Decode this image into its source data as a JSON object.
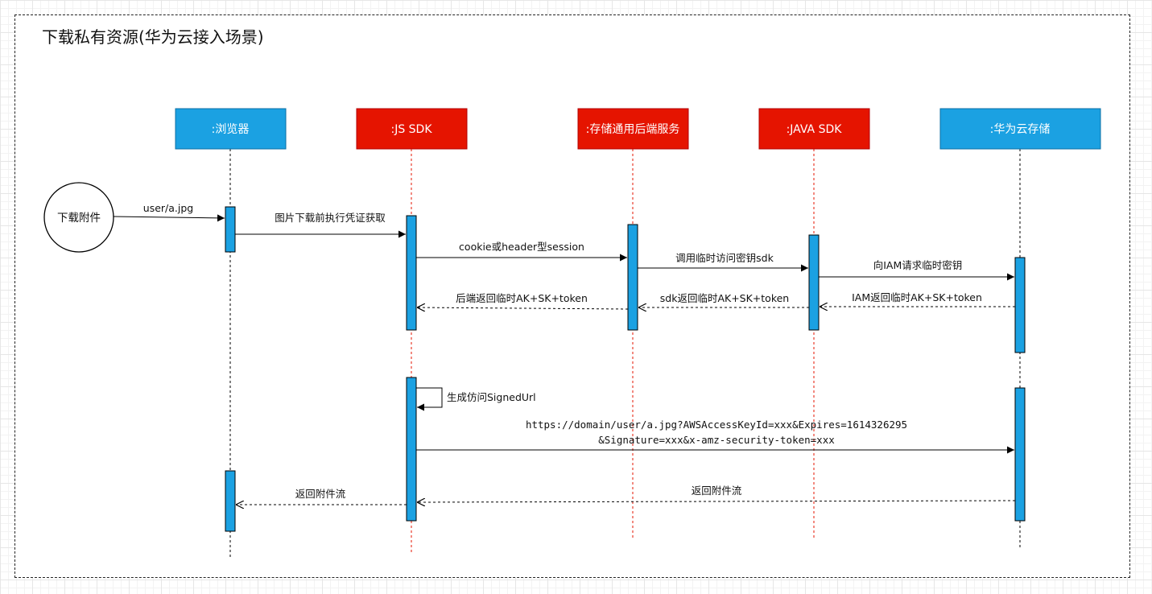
{
  "diagram": {
    "title": "下载私有资源(华为云接入场景)",
    "actor": {
      "label": "下载附件"
    },
    "participants": [
      {
        "id": "browser",
        "label": ":浏览器",
        "color": "#1ba1e2"
      },
      {
        "id": "jssdk",
        "label": ":JS SDK",
        "color": "#e51400"
      },
      {
        "id": "backend",
        "label": ":存储通用后端服务",
        "color": "#e51400"
      },
      {
        "id": "javasdk",
        "label": ":JAVA SDK",
        "color": "#e51400"
      },
      {
        "id": "huawei",
        "label": ":华为云存储",
        "color": "#1ba1e2"
      }
    ],
    "messages": [
      {
        "label": "user/a.jpg"
      },
      {
        "label": "图片下载前执行凭证获取"
      },
      {
        "label": "cookie或header型session"
      },
      {
        "label": "调用临时访问密钥sdk"
      },
      {
        "label": "向IAM请求临时密钥"
      },
      {
        "label": "IAM返回临时AK+SK+token"
      },
      {
        "label": "sdk返回临时AK+SK+token"
      },
      {
        "label": "后端返回临时AK+SK+token"
      },
      {
        "label": "生成仿问SignedUrl"
      },
      {
        "label_line1": "https://domain/user/a.jpg?AWSAccessKeyId=xxx&Expires=1614326295",
        "label_line2": "&Signature=xxx&x-amz-security-token=xxx"
      },
      {
        "label": "返回附件流"
      },
      {
        "label": "返回附件流"
      }
    ]
  }
}
